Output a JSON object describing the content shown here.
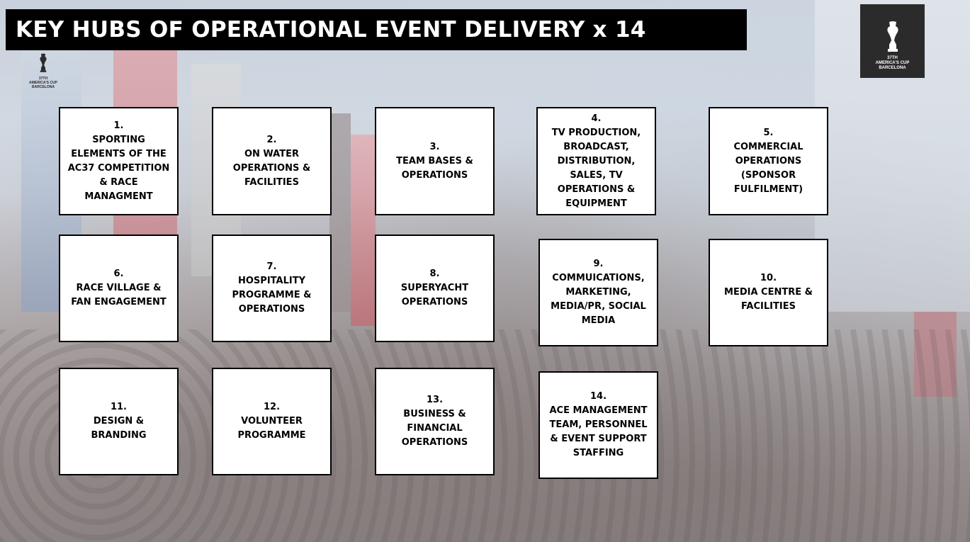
{
  "slide": {
    "title": "KEY HUBS OF OPERATIONAL EVENT DELIVERY x 14",
    "logo_main": {
      "icon": "americas-cup-trophy-icon",
      "text": "37TH\nAMERICA'S CUP\nBARCELONA"
    },
    "logo_small": {
      "icon": "americas-cup-trophy-icon",
      "text": "37TH\nAMERICA'S CUP\nBARCELONA"
    },
    "hubs": [
      "1.\nSPORTING\nELEMENTS OF THE\nAC37 COMPETITION\n& RACE\nMANAGMENT",
      "2.\nON WATER\nOPERATIONS &\nFACILITIES",
      "3.\nTEAM BASES &\nOPERATIONS",
      "4.\nTV PRODUCTION,\nBROADCAST,\nDISTRIBUTION,\nSALES, TV\nOPERATIONS &\nEQUIPMENT",
      "5.\nCOMMERCIAL\nOPERATIONS\n(SPONSOR\nFULFILMENT)",
      "6.\nRACE VILLAGE &\nFAN ENGAGEMENT",
      "7.\nHOSPITALITY\nPROGRAMME &\nOPERATIONS",
      "8.\nSUPERYACHT\nOPERATIONS",
      "9.\nCOMMUICATIONS,\nMARKETING,\nMEDIA/PR, SOCIAL\nMEDIA",
      "10.\nMEDIA CENTRE &\nFACILITIES",
      "11.\nDESIGN &\nBRANDING",
      "12.\nVOLUNTEER\nPROGRAMME",
      "13.\nBUSINESS &\nFINANCIAL\nOPERATIONS",
      "14.\nACE MANAGEMENT\nTEAM, PERSONNEL\n& EVENT SUPPORT\nSTAFFING"
    ],
    "colors": {
      "title_bg": "#000000",
      "title_text": "#ffffff",
      "card_bg": "#ffffff",
      "card_border": "#000000"
    }
  }
}
